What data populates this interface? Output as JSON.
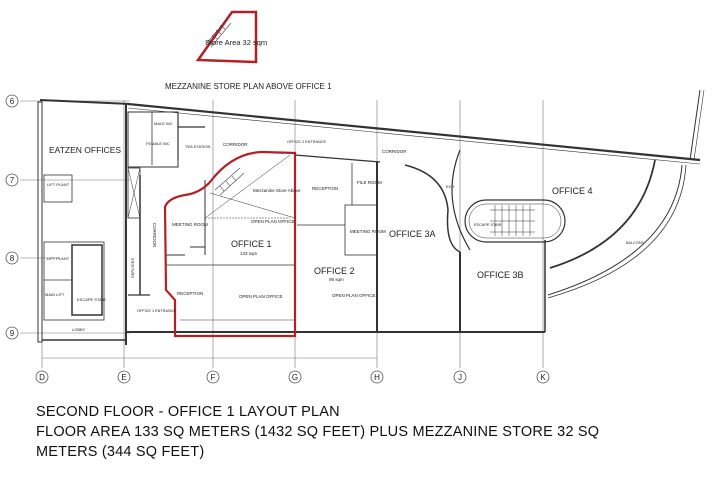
{
  "mezzanine": {
    "store_label": "Store Area 32 sqm",
    "plan_title": "MEZZANINE STORE PLAN ABOVE OFFICE 1"
  },
  "grid_rows": [
    "6",
    "7",
    "8",
    "9"
  ],
  "grid_cols": [
    "D",
    "E",
    "F",
    "G",
    "H",
    "J",
    "K"
  ],
  "rooms": {
    "eatzen": "EATZEN OFFICES",
    "lift_plant_1": "LIFT PLANT",
    "lift_plant_2": "LIFT PLANT",
    "main_lift": "MAIN LIFT",
    "escape_stair_left": "ESCAPE STAIR",
    "lobby": "LOBBY",
    "male_wc": "MALE WC",
    "female_wc": "FEMALE WC",
    "tea_station": "TEA STATION",
    "corridor_1": "CORRIDOR",
    "corridor_2": "CORRIDOR",
    "corridor_vertical": "CORRIDOR",
    "services": "SERVICES",
    "office2_entrance": "OFFICE 2 ENTRANCE",
    "office1_entrance": "OFFICE 1 ENTRANCE",
    "mezz_above": "Mezzanine Store Above",
    "meeting_room_1": "MEETING ROOM",
    "open_plan_1": "OPEN PLAN OFFICE",
    "office1": "OFFICE 1",
    "office1_area": "133 sqm",
    "reception_1": "RECEPTION",
    "open_plan_2": "OPEN PLAN OFFICE",
    "reception_2": "RECEPTION",
    "file_room": "FILE ROOM",
    "meeting_room_2": "MEETING ROOM",
    "office2": "OFFICE 2",
    "office2_area": "98 sqm",
    "open_plan_3": "OPEN PLAN OFFICE",
    "office3a": "OFFICE 3A",
    "office3b": "OFFICE 3B",
    "office4": "OFFICE 4",
    "escape_stair_right": "ESCAPE STAIR",
    "balcony": "BALCONY",
    "exit": "EXIT"
  },
  "caption": {
    "line1": "SECOND FLOOR - OFFICE 1 LAYOUT  PLAN",
    "line2": "FLOOR AREA 133 SQ METERS (1432 SQ FEET) PLUS MEZZANINE STORE 32 SQ",
    "line3": "METERS (344 SQ FEET)"
  },
  "colors": {
    "highlight": "#b32025",
    "lines": "#333333"
  }
}
